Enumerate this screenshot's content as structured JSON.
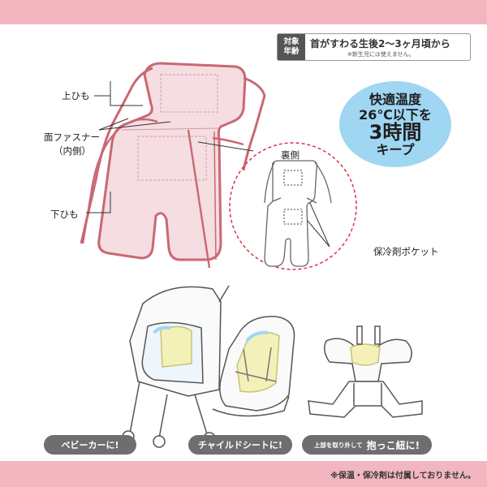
{
  "target": {
    "tag_line1": "対象",
    "tag_line2": "年齢",
    "main": "首がすわる生後2～3ヶ月頃から",
    "note": "※新生児には使えません。"
  },
  "bubble": {
    "line1": "快適温度",
    "line2": "26℃以下を",
    "line3": "3時間",
    "line4": "キープ"
  },
  "labels": {
    "upper_strap": "上ひも",
    "fastener": "面ファスナー",
    "fastener_sub": "（内側）",
    "lower_strap": "下ひも",
    "back_side": "裏側",
    "pocket": "保冷剤ポケット"
  },
  "pills": {
    "stroller": "ベビーカーに!",
    "car_seat": "チャイルドシートに!",
    "carrier_small": "上部を取り外して",
    "carrier_strong": "抱っこ紐に!"
  },
  "footer_note": "※保温・保冷剤は付属しておりません。",
  "colors": {
    "band_pink": "#f2b6c1",
    "seat_pad": "#f5dde1",
    "seat_edge": "#c96874",
    "bubble_blue": "#9fd6f2",
    "pill_gray": "#6e6e6e",
    "dashed_red": "#d9344a"
  }
}
